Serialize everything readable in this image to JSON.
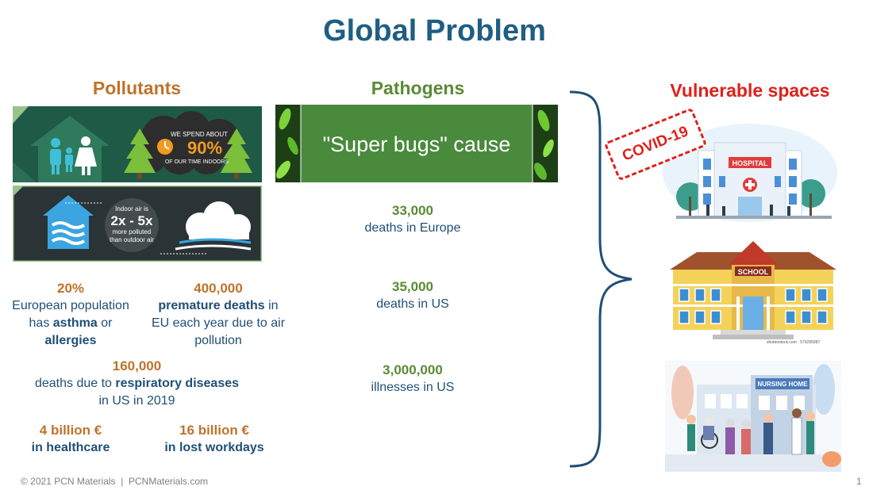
{
  "title": "Global Problem",
  "pollutants": {
    "heading": "Pollutants",
    "banner1": {
      "line1": "WE SPEND ABOUT",
      "pct": "90%",
      "line2": "OF OUR TIME INDOORS"
    },
    "banner2": {
      "line1": "Indoor air is",
      "big": "2x - 5x",
      "line2": "more polluted",
      "line3": "than outdoor air"
    },
    "stat1": {
      "num": "20%",
      "l1": "European population",
      "l2a": "has ",
      "l2b": "asthma",
      "l2c": " or",
      "l3": "allergies"
    },
    "stat2": {
      "num": "400,000",
      "l1a": "premature deaths",
      "l1b": " in",
      "l2": "EU each year due to air",
      "l3": "pollution"
    },
    "stat3": {
      "num": "160,000",
      "l1a": "deaths due to ",
      "l1b": "respiratory diseases",
      "l2": "in US in 2019"
    },
    "stat4": {
      "num": "4 billion €",
      "l1": "in healthcare"
    },
    "stat5": {
      "num": "16 billion €",
      "l1": "in lost workdays"
    }
  },
  "pathogens": {
    "heading": "Pathogens",
    "banner": "\"Super bugs\" cause",
    "stats": [
      {
        "num": "33,000",
        "label": "deaths in Europe"
      },
      {
        "num": "35,000",
        "label": "deaths in US"
      },
      {
        "num": "3,000,000",
        "label": "illnesses in US"
      }
    ]
  },
  "vulnerable": {
    "heading": "Vulnerable spaces",
    "stamp": "COVID-19",
    "hospital_sign": "HOSPITAL",
    "school_sign": "SCHOOL",
    "school_credit": "shutterstock.com · 579295987",
    "nursing_sign": "NURSING HOME"
  },
  "footer": {
    "copyright": "© 2021 PCN Materials  |  PCNMaterials.com",
    "page": "1"
  },
  "colors": {
    "title": "#1f5e83",
    "orange": "#c0722a",
    "green": "#5b8a35",
    "red": "#e0201b",
    "navy": "#1f4f77"
  }
}
